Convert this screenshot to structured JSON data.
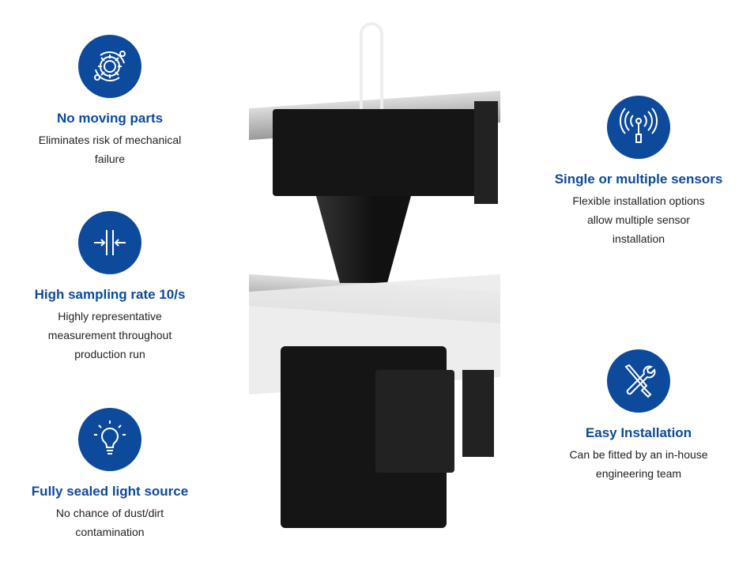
{
  "accent": "#0d4a9c",
  "features": [
    {
      "icon": "gear-icon",
      "title": "No moving parts",
      "desc": [
        "Eliminates risk of mechanical",
        "failure"
      ]
    },
    {
      "icon": "arrows-gap-icon",
      "title": "High sampling rate 10/s",
      "desc": [
        "Highly representative",
        "measurement throughout",
        "production run"
      ]
    },
    {
      "icon": "lightbulb-icon",
      "title": "Fully sealed light source",
      "desc": [
        "No chance of dust/dirt",
        "contamination"
      ]
    },
    {
      "icon": "antenna-icon",
      "title": "Single or multiple sensors",
      "desc": [
        "Flexible installation options",
        "allow multiple sensor",
        "installation"
      ]
    },
    {
      "icon": "tools-icon",
      "title": "Easy Installation",
      "desc": [
        "Can be fitted by an in-house",
        "engineering team"
      ]
    }
  ]
}
